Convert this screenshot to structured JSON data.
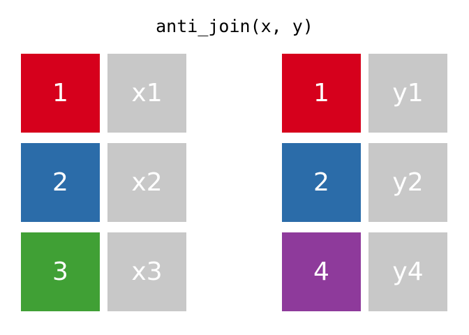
{
  "title": "anti_join(x, y)",
  "colors": {
    "background": "#ffffff",
    "title_text": "#000000",
    "cell_text": "#ffffff",
    "value_cell": "#c8c8c8",
    "key_red": "#d6001c",
    "key_blue": "#2b6ca9",
    "key_green": "#40a035",
    "key_purple": "#8e3a9b"
  },
  "tables": [
    {
      "name": "x",
      "rows": [
        {
          "key": "1",
          "key_color": "#d6001c",
          "value": "x1",
          "value_color": "#c8c8c8"
        },
        {
          "key": "2",
          "key_color": "#2b6ca9",
          "value": "x2",
          "value_color": "#c8c8c8"
        },
        {
          "key": "3",
          "key_color": "#40a035",
          "value": "x3",
          "value_color": "#c8c8c8"
        }
      ]
    },
    {
      "name": "y",
      "rows": [
        {
          "key": "1",
          "key_color": "#d6001c",
          "value": "y1",
          "value_color": "#c8c8c8"
        },
        {
          "key": "2",
          "key_color": "#2b6ca9",
          "value": "y2",
          "value_color": "#c8c8c8"
        },
        {
          "key": "4",
          "key_color": "#8e3a9b",
          "value": "y4",
          "value_color": "#c8c8c8"
        }
      ]
    }
  ]
}
